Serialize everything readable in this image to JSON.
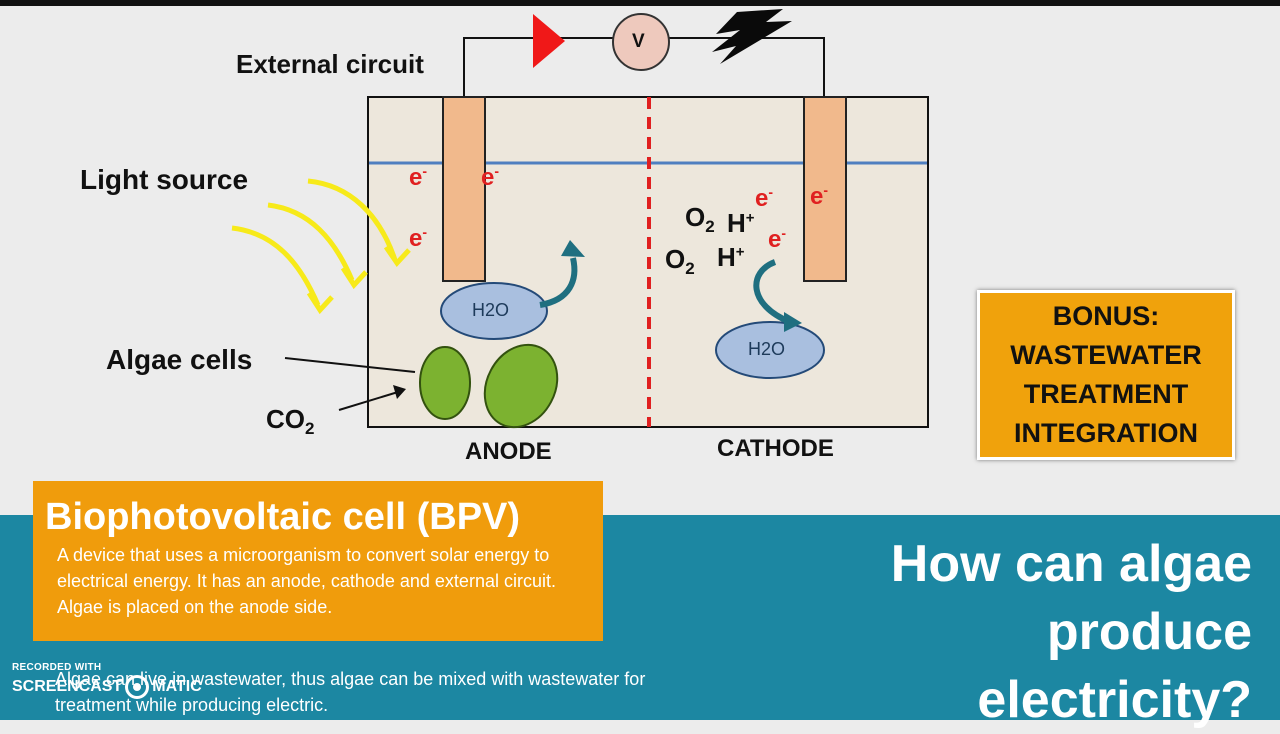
{
  "diagram": {
    "external_circuit": "External circuit",
    "voltmeter_symbol": "V",
    "light_source": "Light source",
    "algae_cells": "Algae cells",
    "co2": {
      "base": "CO",
      "sub": "2"
    },
    "anode": "ANODE",
    "cathode": "CATHODE",
    "electron": {
      "base": "e",
      "sup": "-"
    },
    "water": "H2O",
    "oxygen": {
      "base": "O",
      "sub": "2"
    },
    "proton": {
      "base": "H",
      "sup": "+"
    },
    "icons": [
      "diode-icon",
      "voltmeter-icon",
      "lightning-icon",
      "light-ray-arrow-icon",
      "curved-arrow-icon"
    ]
  },
  "bonus": {
    "line1": "BONUS:",
    "line2": "WASTEWATER",
    "line3": "TREATMENT",
    "line4": "INTEGRATION"
  },
  "bpv": {
    "title": "Biophotovoltaic cell (BPV)",
    "description": "A device that uses a microorganism to convert solar energy to electrical energy. It has an anode, cathode and external circuit. Algae is placed on the anode side."
  },
  "question": "How can algae produce electricity?",
  "footer_text": "Algae can live in wastewater, thus algae can be mixed with wastewater for treatment while producing electric.",
  "watermark": {
    "top": "RECORDED WITH",
    "left": "SCREENCAST",
    "right": "MATIC"
  },
  "colors": {
    "teal_band": "#1c87a2",
    "orange_box": "#f09c0c",
    "bonus_box": "#f0a20c",
    "electron_red": "#e02020",
    "electrode": "#f1b98c",
    "algae_green": "#7cb230",
    "water_bubble": "#a9bfdf",
    "arrow_teal": "#1f6f80",
    "light_yellow": "#f7ea1a",
    "water_line": "#4f7fc0"
  }
}
